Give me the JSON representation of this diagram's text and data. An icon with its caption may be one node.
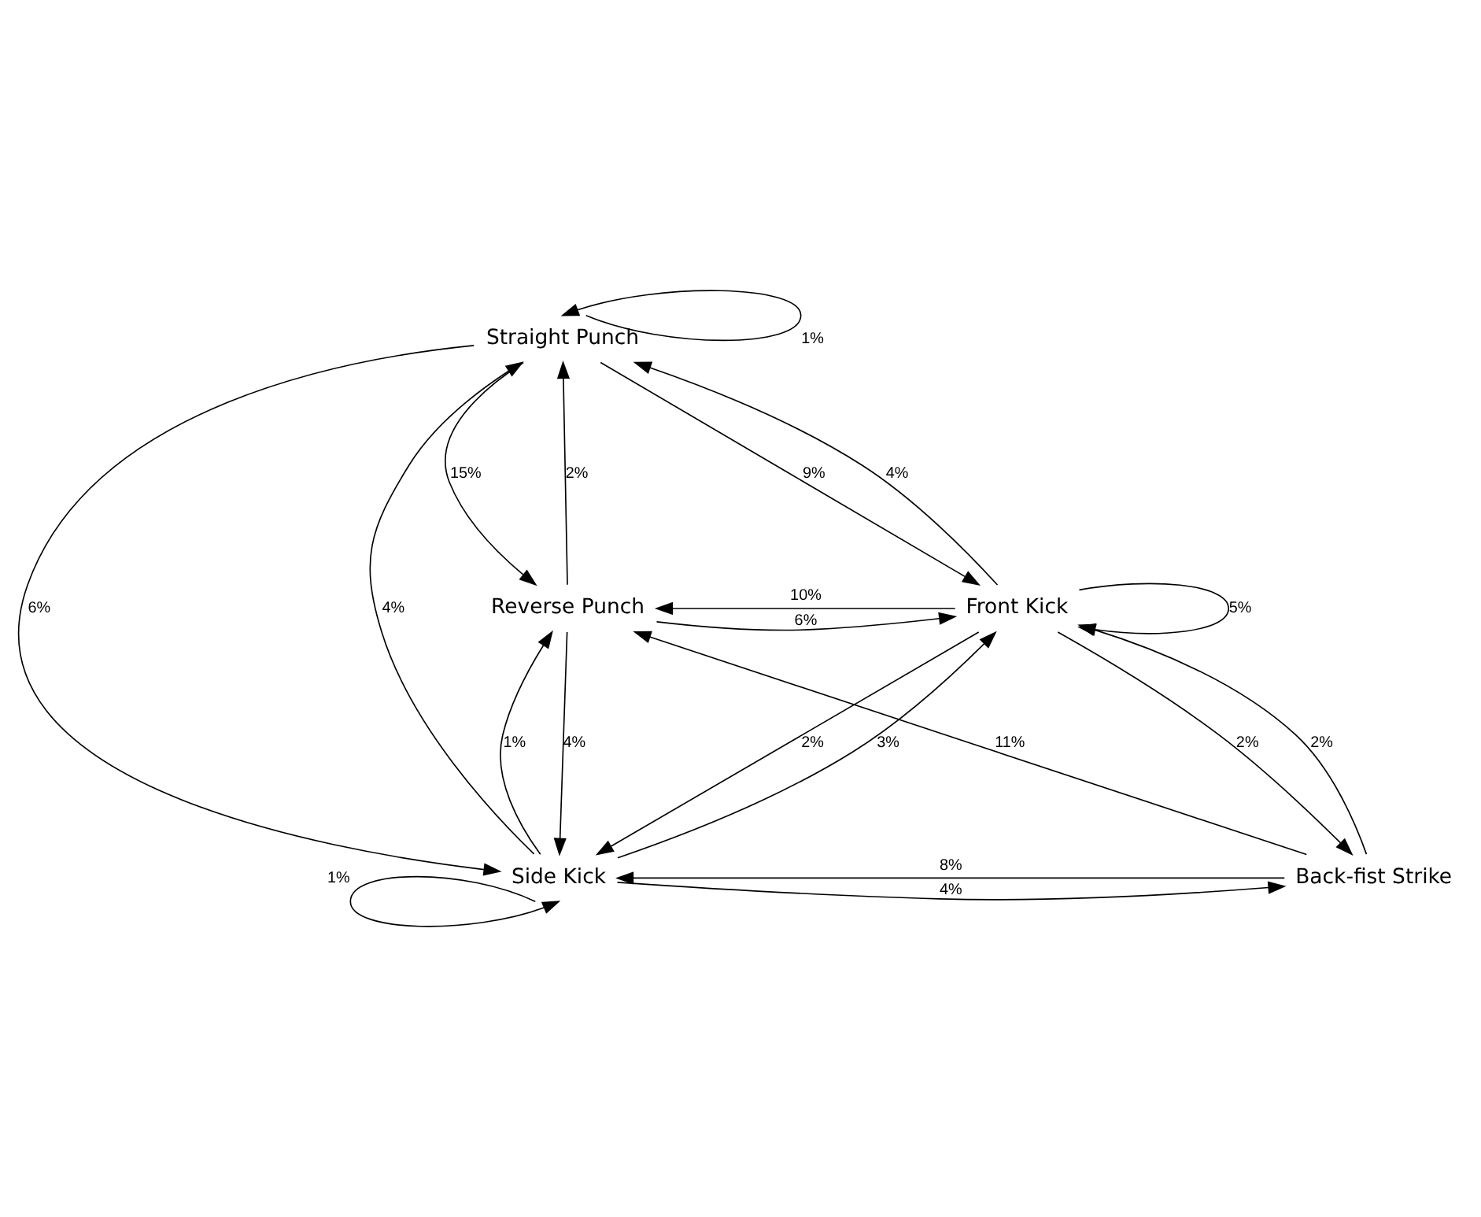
{
  "diagram": {
    "nodes": [
      {
        "text": [
          "Straight Punch"
        ]
      },
      {
        "text": [
          "Reverse Punch"
        ]
      },
      {
        "text": [
          "Front Kick"
        ]
      },
      {
        "text": [
          "Side Kick"
        ]
      },
      {
        "text": [
          "Back-fist Strike"
        ]
      }
    ],
    "edges": [
      {
        "from": 0,
        "to": 0,
        "arrow": "to",
        "label": "1%"
      },
      {
        "from": 0,
        "to": 1,
        "arrow": "to",
        "label": "15%"
      },
      {
        "from": 1,
        "to": 0,
        "arrow": "to",
        "label": "2%"
      },
      {
        "from": 0,
        "to": 3,
        "arrow": "to",
        "label": "6%"
      },
      {
        "from": 3,
        "to": 0,
        "arrow": "to",
        "label": "4%"
      },
      {
        "from": 0,
        "to": 2,
        "arrow": "to",
        "label": "9%"
      },
      {
        "from": 2,
        "to": 0,
        "arrow": "to",
        "label": "4%"
      },
      {
        "from": 2,
        "to": 1,
        "arrow": "to",
        "label": "10%"
      },
      {
        "from": 1,
        "to": 2,
        "arrow": "to",
        "label": "6%"
      },
      {
        "from": 2,
        "to": 2,
        "arrow": "to",
        "label": "5%"
      },
      {
        "from": 1,
        "to": 3,
        "arrow": "to",
        "label": "4%"
      },
      {
        "from": 3,
        "to": 1,
        "arrow": "to",
        "label": "1%"
      },
      {
        "from": 2,
        "to": 3,
        "arrow": "to",
        "label": "2%"
      },
      {
        "from": 3,
        "to": 2,
        "arrow": "to",
        "label": "3%"
      },
      {
        "from": 4,
        "to": 1,
        "arrow": "to",
        "label": "11%"
      },
      {
        "from": 2,
        "to": 4,
        "arrow": "to",
        "label": "2%"
      },
      {
        "from": 4,
        "to": 2,
        "arrow": "to",
        "label": "2%"
      },
      {
        "from": 4,
        "to": 3,
        "arrow": "to",
        "label": "8%"
      },
      {
        "from": 3,
        "to": 4,
        "arrow": "to",
        "label": "4%"
      },
      {
        "from": 3,
        "to": 3,
        "arrow": "to",
        "label": "1%"
      }
    ]
  }
}
